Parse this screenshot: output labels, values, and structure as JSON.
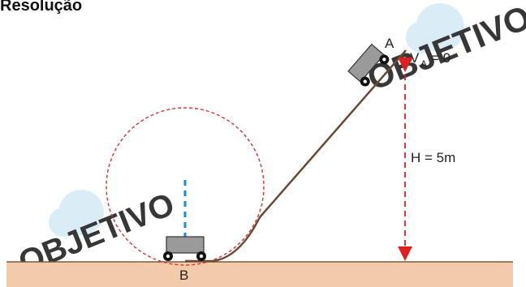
{
  "heading": "Resolução",
  "labels": {
    "point_a": "A",
    "point_b": "B",
    "velocity_symbol": "V",
    "velocity_subscript": "A",
    "velocity_value": "= 0",
    "height": "H = 5m"
  },
  "watermark": "OBJETIVO",
  "colors": {
    "ground": "#f2ccaa",
    "ground_line": "#7a5a40",
    "track": "#6b4a35",
    "loop": "#e03030",
    "height_arrow": "#e02020",
    "vertical_guide": "#1a8fd0",
    "cart_body": "#9a9a9a",
    "wheel": "#111111",
    "watermark": "#d7ecf7"
  }
}
